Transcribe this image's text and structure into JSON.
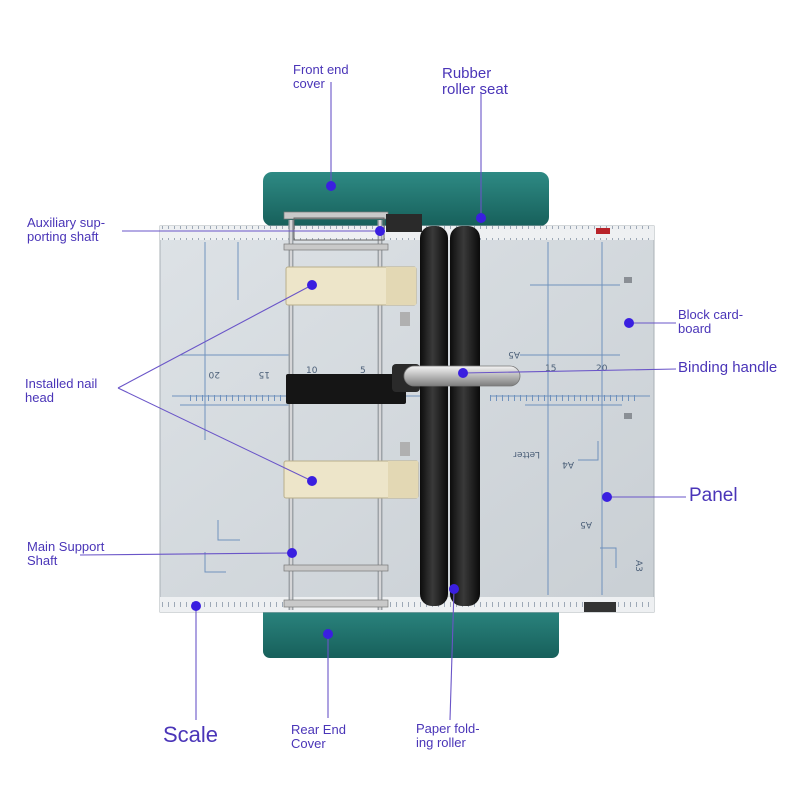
{
  "labels": {
    "front_end_cover": [
      "Front end",
      "cover"
    ],
    "rubber_roller_seat": [
      "Rubber",
      "roller seat"
    ],
    "auxiliary_shaft": [
      "Auxiliary sup-",
      "porting shaft"
    ],
    "block_cardboard": [
      "Block card-",
      "board"
    ],
    "binding_handle": "Binding handle",
    "installed_nail_head": [
      "Installed nail",
      "head"
    ],
    "panel": "Panel",
    "main_support_shaft": [
      "Main Support",
      "Shaft"
    ],
    "scale": "Scale",
    "rear_end_cover": [
      "Rear End",
      "Cover"
    ],
    "paper_folding_roller": [
      "Paper fold-",
      "ing roller"
    ]
  },
  "board_marks": {
    "num_20_left": "20",
    "num_15_left": "15",
    "num_10": "10",
    "num_5": "5",
    "num_a5_top": "A5",
    "num_15_right": "15",
    "num_20_right": "20",
    "letter": "Letter",
    "a4": "A4",
    "a5_bottom": "A5",
    "a3": "A3"
  },
  "colors": {
    "annotation": "#4a35b8",
    "marker_dot": "#3a1fe0",
    "cover_teal": "#1f6f6a",
    "board_gray": "#d3d8dc",
    "roller_black": "#1a1a1a",
    "block_cream": "#ece4c8"
  }
}
